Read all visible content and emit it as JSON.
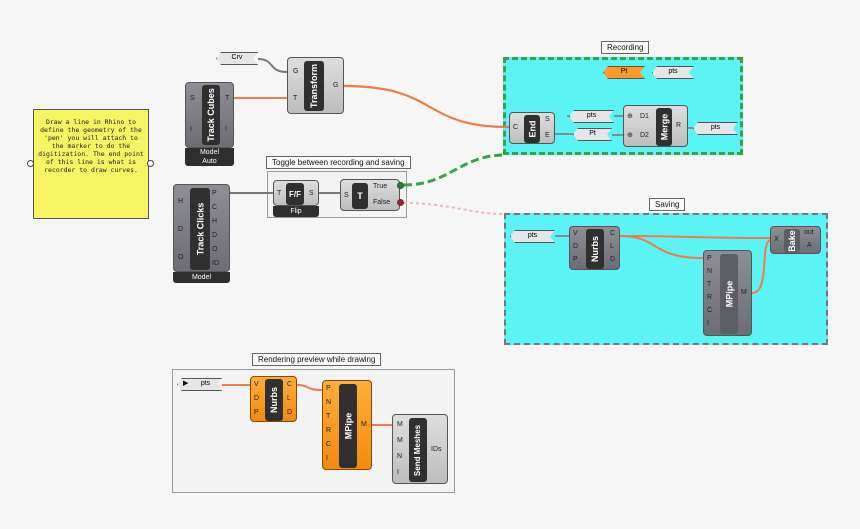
{
  "note": {
    "text": "Draw a line in Rhino to define the geometry of the 'pen' you will attach to the marker to do the digitization. The end point of this line is what is recorder to draw curves."
  },
  "groups": {
    "recording": "Recording",
    "toggle": "Toggle between recording and saving",
    "saving": "Saving",
    "rendering": "Rendering preview while drawing"
  },
  "components": {
    "crv": "Crv",
    "track_cubes": {
      "name": "Track Cubes",
      "in": [
        "S",
        "I"
      ],
      "out": [
        "T",
        "I"
      ],
      "sub1": "Model",
      "sub2": "Auto"
    },
    "transform": {
      "name": "Transform",
      "in": [
        "G",
        "T"
      ],
      "out": [
        "G"
      ]
    },
    "track_clicks": {
      "name": "Track Clicks",
      "in": [
        "H",
        "D",
        "O"
      ],
      "out": [
        "P",
        "C",
        "H",
        "D",
        "O",
        "ID"
      ],
      "sub1": "Model"
    },
    "flip": {
      "name": "F/F",
      "in": [
        "T"
      ],
      "out": [
        "S"
      ],
      "sub": "Flip"
    },
    "toggle": {
      "name": "T",
      "in": [
        "S"
      ],
      "out": [
        "True",
        "False"
      ]
    },
    "pt_orange": "Pt",
    "pts_out1": "pts",
    "end": {
      "name": "End",
      "in": [
        "C"
      ],
      "out": [
        "S",
        "E"
      ]
    },
    "pts_param": "pts",
    "pt_param": "Pt",
    "merge": {
      "name": "Merge",
      "in": [
        "D1",
        "D2"
      ],
      "out": [
        "R"
      ]
    },
    "pts_merge_out": "pts",
    "pts_in_saving": "pts",
    "nurbs_saving": {
      "name": "Nurbs",
      "in": [
        "V",
        "D",
        "P"
      ],
      "out": [
        "C",
        "L",
        "D"
      ]
    },
    "mpipe_saving": {
      "name": "MPipe",
      "in": [
        "P",
        "N",
        "T",
        "R",
        "C",
        "I"
      ],
      "out": [
        "M"
      ]
    },
    "bake": {
      "name": "Bake",
      "in": [
        "X"
      ],
      "out": [
        "out",
        "A"
      ]
    },
    "pts_in_render": "pts",
    "nurbs_render": {
      "name": "Nurbs",
      "in": [
        "V",
        "D",
        "P"
      ],
      "out": [
        "C",
        "L",
        "D"
      ]
    },
    "mpipe_render": {
      "name": "MPipe",
      "in": [
        "P",
        "N",
        "T",
        "R",
        "C",
        "I"
      ],
      "out": [
        "M"
      ]
    },
    "send_meshes": {
      "name": "Send Meshes",
      "in": [
        "M",
        "M",
        "N",
        "I"
      ],
      "out": [
        "IDs"
      ]
    }
  },
  "colors": {
    "wire_orange": "#f07a4a",
    "wire_grey": "#777777",
    "wire_green": "#3aa04a",
    "wire_pink": "#f2b5b5",
    "group_cyan": "#5cf3f5"
  }
}
